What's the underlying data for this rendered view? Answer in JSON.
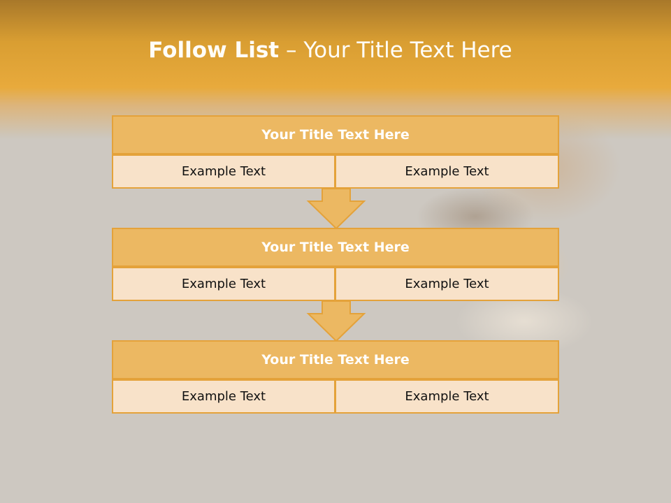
{
  "title": {
    "bold": "Follow List",
    "rest": "  – Your Title Text Here"
  },
  "steps": [
    {
      "title": "Your Title Text Here",
      "left": "Example Text",
      "right": "Example Text"
    },
    {
      "title": "Your Title Text Here",
      "left": "Example Text",
      "right": "Example Text"
    },
    {
      "title": "Your Title Text Here",
      "left": "Example Text",
      "right": "Example Text"
    }
  ],
  "colors": {
    "header": "#e8aa3c",
    "block_title_fill": "#ecb862",
    "cell_fill": "#f8e2c9",
    "border": "#e4a23a",
    "background": "#cdc8c1"
  }
}
